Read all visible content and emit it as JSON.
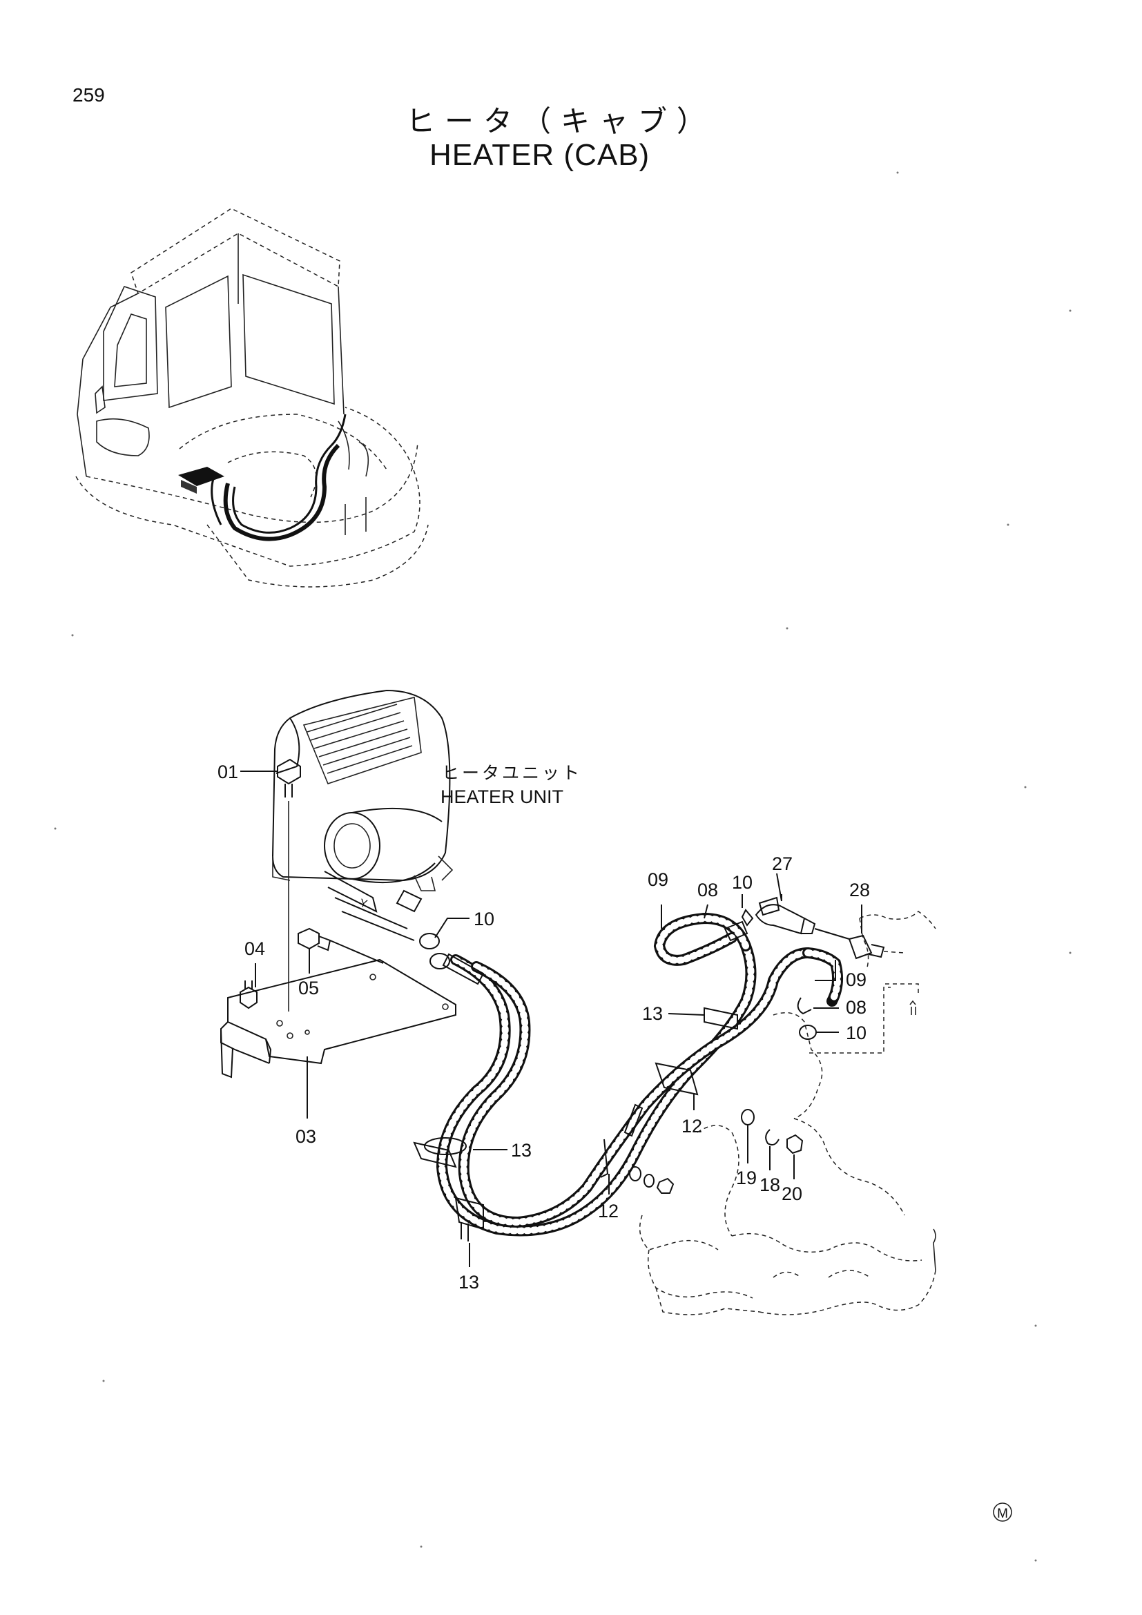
{
  "page_number": "259",
  "title_jp": "ヒータ（キャブ）",
  "title_en": "HEATER (CAB)",
  "unit_label_jp": "ヒータユニット",
  "unit_label_en": "HEATER UNIT",
  "callouts": {
    "c01": "01",
    "c10a": "10",
    "c04": "04",
    "c05": "05",
    "c03": "03",
    "c09a": "09",
    "c08a": "08",
    "c10b": "10",
    "c27": "27",
    "c28": "28",
    "c09b": "09",
    "c08b": "08",
    "c10c": "10",
    "c13a": "13",
    "c12a": "12",
    "c13b": "13",
    "c19": "19",
    "c18": "18",
    "c20": "20",
    "c12b": "12",
    "c13c": "13"
  },
  "mark": "M"
}
